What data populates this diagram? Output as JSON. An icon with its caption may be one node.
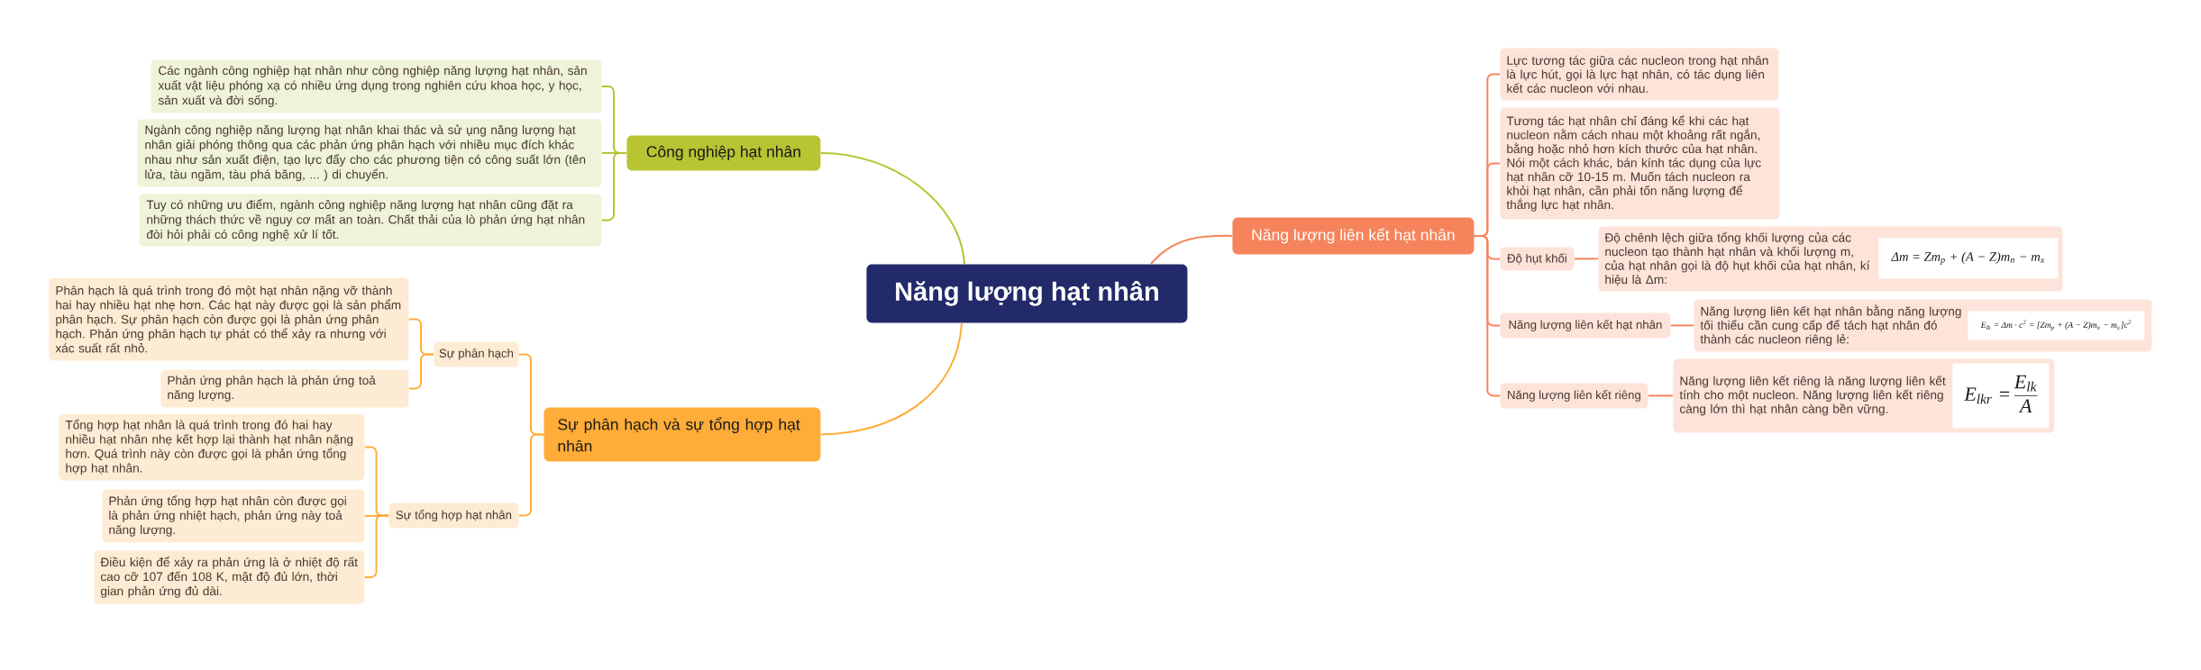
{
  "diagram": {
    "nodes": [
      {
        "text": [
          "Năng lượng hạt nhân"
        ]
      },
      {
        "text": [
          "Công nghiệp hạt nhân"
        ]
      },
      {
        "text": [
          "Các ngành công nghiệp hạt nhân như công nghiệp năng lượng hạt nhân, sản xuất vật liệu phóng xạ có nhiều ứng dụng trong nghiên cứu khoa học, y học, sản xuất và đời sống."
        ]
      },
      {
        "text": [
          "Ngành công nghiệp năng lượng hạt nhân khai thác và sử ụng năng lượng hạt nhân giải phóng thông qua các phản ứng phân hạch với nhiều mục đích khác nhau như sản xuất điện, tạo lực đẩy cho các phương tiện có công suất lớn (tên lửa, tàu ngầm, tàu phá băng, ... ) di chuyển."
        ]
      },
      {
        "text": [
          "Tuy có những ưu điểm, ngành công nghiệp năng lượng hạt nhân cũng đặt ra những thách thức về nguy cơ mất an toàn. Chất thải của lò phản ứng hạt nhân đòi hỏi phải có công nghệ xử lí tốt."
        ]
      },
      {
        "text": [
          "Sự phân hạch và sự tổng hợp hạt nhân"
        ]
      },
      {
        "text": [
          "Sự phân hạch"
        ]
      },
      {
        "text": [
          "Phân hạch là quá trình trong đó một hạt nhân nặng vỡ thành hai hay nhiều hạt nhẹ hơn. Các hạt này được gọi là sản phẩm phân hạch. Sự phân hạch còn được gọi là phản ứng phân hạch. Phản ứng phân hạch tự phát có thể xảy ra nhưng với xác suất rất nhỏ."
        ]
      },
      {
        "text": [
          "Phản ứng phân hạch là phản ứng toả năng lượng."
        ]
      },
      {
        "text": [
          "Sự tổng hợp hạt nhân"
        ]
      },
      {
        "text": [
          "Tổng hợp hạt nhân là quá trình trong đó hai hay nhiều hạt nhân nhẹ kết hợp lại thành hạt nhân nặng hơn. Quá trình này còn được gọi là phản ứng tổng hợp hạt nhân."
        ]
      },
      {
        "text": [
          "Phản ứng tổng hợp hạt nhân còn được gọi là phản ứng nhiệt hạch, phản ứng này toả năng lượng."
        ]
      },
      {
        "text": [
          "Điều kiện để xảy ra phản ứng là ở nhiệt độ rất cao cỡ 107 đến 108 K, mật độ đủ lớn, thời gian phản ứng đủ dài."
        ]
      },
      {
        "text": [
          "Năng lượng liên kết hạt nhân"
        ]
      },
      {
        "text": [
          "Lực tương tác giữa các nucleon trong hạt nhân là lực hút, gọi là lực hạt nhân, có tác dụng liên kết các nucleon với nhau."
        ]
      },
      {
        "text": [
          "Tương tác hạt nhân chỉ đáng kể khi các hạt nucleon nằm cách nhau một khoảng rất ngắn, bằng hoặc nhỏ hơn kích thước của hạt nhân. Nói một cách khác, bán kính tác dụng của lực hạt nhân cỡ 10-15 m. Muốn tách nucleon ra khỏi hạt nhân, cần phải tốn năng lượng để thắng lực hạt nhân."
        ]
      },
      {
        "text": [
          "Độ hụt khối"
        ]
      },
      {
        "text": [
          "Độ chênh lệch giữa tổng khối lượng của các nucleon tạo thành hạt nhân và khối lượng m, của hạt nhân gọi là độ hụt khối của hạt nhân, kí hiệu là Δm:"
        ]
      },
      {
        "text": [
          "Δm = Zm$_{p}$ + (A − Z)m$_{n}$ − m$_{x}$"
        ],
        "in": 17
      },
      {
        "text": [
          "Năng lượng liên kết hạt nhân"
        ]
      },
      {
        "text": [
          "Năng lượng liên kết hạt nhân bằng năng lượng tối thiểu cần cung cấp để tách hạt nhân đó thành các nucleon riêng lẻ:"
        ]
      },
      {
        "text": [
          "E$_{lk}$ = Δm · c$^{2}$ = [Zm$_{p}$ + (A − Z)m$_{n}$ − m$_{x}$]c$^{2}$"
        ],
        "in": 20
      },
      {
        "text": [
          "Năng lượng liên kết riêng"
        ]
      },
      {
        "text": [
          "Năng lượng liên kết riêng là năng lượng liên kết tính cho một nucleon. Năng lượng liên kết riêng càng lớn thì hạt nhân càng bền vững."
        ]
      },
      {
        "text": [
          "E$_{lkr}$ =",
          "E$_{lk}$",
          "A"
        ],
        "in": 23
      }
    ],
    "edges": [
      {
        "from": 0,
        "to": 1,
        "arrow": "none",
        "color": "#b5c42e"
      },
      {
        "from": 1,
        "to": 2,
        "arrow": "none",
        "color": "#b5c42e"
      },
      {
        "from": 1,
        "to": 3,
        "arrow": "none",
        "color": "#b5c42e"
      },
      {
        "from": 1,
        "to": 4,
        "arrow": "none",
        "color": "#b5c42e"
      },
      {
        "from": 0,
        "to": 5,
        "arrow": "none",
        "color": "#ffac38"
      },
      {
        "from": 5,
        "to": 6,
        "arrow": "none",
        "color": "#ffac38"
      },
      {
        "from": 6,
        "to": 7,
        "arrow": "none",
        "color": "#ffac38"
      },
      {
        "from": 6,
        "to": 8,
        "arrow": "none",
        "color": "#ffac38"
      },
      {
        "from": 5,
        "to": 9,
        "arrow": "none",
        "color": "#ffac38"
      },
      {
        "from": 9,
        "to": 10,
        "arrow": "none",
        "color": "#ffac38"
      },
      {
        "from": 9,
        "to": 11,
        "arrow": "none",
        "color": "#ffac38"
      },
      {
        "from": 9,
        "to": 12,
        "arrow": "none",
        "color": "#ffac38"
      },
      {
        "from": 0,
        "to": 13,
        "arrow": "none"
      },
      {
        "from": 13,
        "to": 14,
        "arrow": "none"
      },
      {
        "from": 13,
        "to": 15,
        "arrow": "none"
      },
      {
        "from": 13,
        "to": 16,
        "arrow": "none"
      },
      {
        "from": 16,
        "to": 17,
        "arrow": "none"
      },
      {
        "from": 13,
        "to": 19,
        "arrow": "none"
      },
      {
        "from": 19,
        "to": 20,
        "arrow": "none"
      },
      {
        "from": 13,
        "to": 22,
        "arrow": "none"
      },
      {
        "from": 22,
        "to": 23,
        "arrow": "none"
      }
    ]
  }
}
